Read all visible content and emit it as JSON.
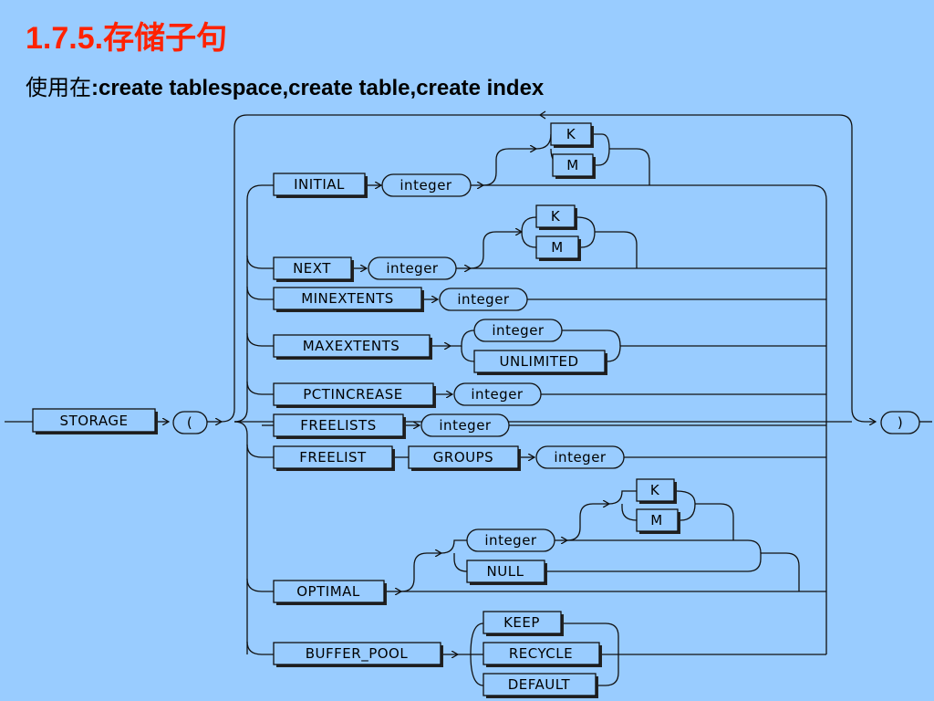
{
  "slide": {
    "title": "1.7.5.存储子句",
    "subtitle_prefix": "使用在",
    "subtitle_bold": ":create tablespace,create table,create index"
  },
  "diagram": {
    "keywords": {
      "storage": "STORAGE",
      "initial": "INITIAL",
      "next": "NEXT",
      "minextents": "MINEXTENTS",
      "maxextents": "MAXEXTENTS",
      "pctincrease": "PCTINCREASE",
      "freelists": "FREELISTS",
      "freelist": "FREELIST",
      "groups": "GROUPS",
      "optimal": "OPTIMAL",
      "buffer_pool": "BUFFER_POOL",
      "k": "K",
      "m": "M",
      "unlimited": "UNLIMITED",
      "null": "NULL",
      "keep": "KEEP",
      "recycle": "RECYCLE",
      "default": "DEFAULT"
    },
    "symbols": {
      "integer": "integer",
      "open_paren": "(",
      "close_paren": ")"
    }
  }
}
